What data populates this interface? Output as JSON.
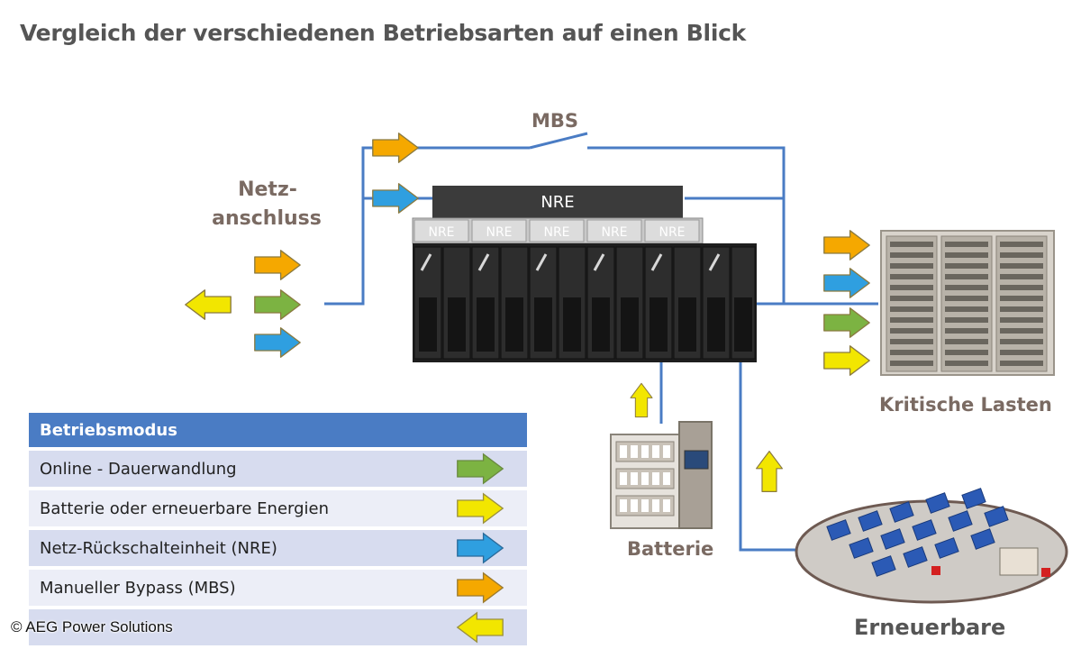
{
  "title": "Vergleich der verschiedenen Betriebsarten auf einen Blick",
  "labels": {
    "mbs": "MBS",
    "netzanschluss_1": "Netz-",
    "netzanschluss_2": "anschluss",
    "nre_main": "NRE",
    "nre_module": "NRE",
    "kritische_lasten": "Kritische Lasten",
    "batterie": "Batterie",
    "erneuerbare": "Erneuerbare"
  },
  "legend": {
    "header": "Betriebsmodus",
    "rows": [
      {
        "label": "Online - Dauerwandlung",
        "arrow_color": "#7cb342",
        "direction": "right"
      },
      {
        "label": "Batterie oder erneuerbare Energien",
        "arrow_color": "#f2e600",
        "direction": "right"
      },
      {
        "label": "Netz-Rückschalteinheit (NRE)",
        "arrow_color": "#2f9fe0",
        "direction": "right"
      },
      {
        "label": "Manueller Bypass (MBS)",
        "arrow_color": "#f5a800",
        "direction": "right"
      },
      {
        "label": "",
        "arrow_color": "#f2e600",
        "direction": "left"
      }
    ]
  },
  "copyright": "© AEG Power Solutions",
  "colors": {
    "line": "#4a7cc4",
    "online": "#7cb342",
    "battery": "#f2e600",
    "nre": "#2f9fe0",
    "mbs": "#f5a800",
    "legend_header": "#4a7cc4"
  }
}
